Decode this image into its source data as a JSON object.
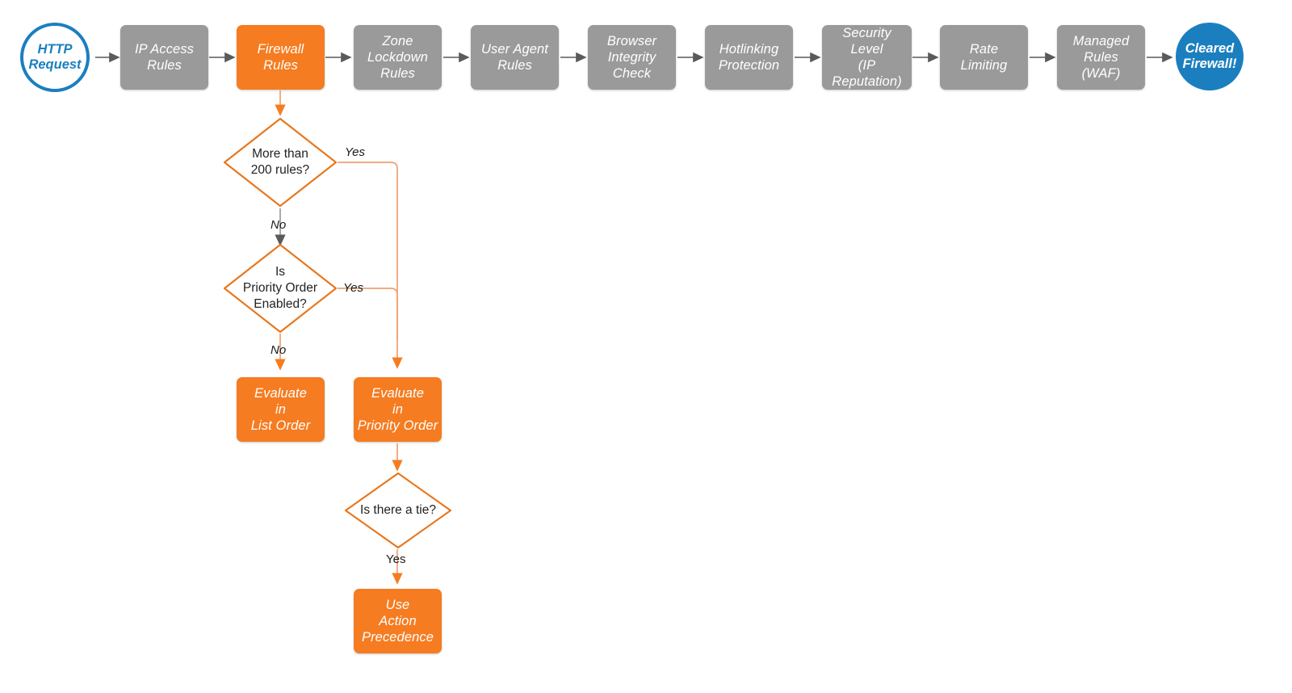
{
  "diagram": {
    "title": "Cloudflare Firewall Rules Evaluation Order",
    "colors": {
      "orange": "#f57c20",
      "orange_line": "#f0a070",
      "orange_stroke": "#e8751a",
      "gray": "#9a9a9a",
      "gray_arrow": "#5a5a5a",
      "blue": "#1b7fbf",
      "text_dark": "#222222",
      "background": "#ffffff"
    }
  },
  "pipeline": {
    "start_node": {
      "label": "HTTP\nRequest",
      "shape": "circle-outline",
      "color": "#1b7fbf"
    },
    "steps": [
      {
        "label": "IP Access\nRules",
        "shape": "rounded-rect",
        "color": "#9a9a9a"
      },
      {
        "label": "Firewall\nRules",
        "shape": "rounded-rect",
        "color": "#f57c20"
      },
      {
        "label": "Zone\nLockdown\nRules",
        "shape": "rounded-rect",
        "color": "#9a9a9a"
      },
      {
        "label": "User Agent\nRules",
        "shape": "rounded-rect",
        "color": "#9a9a9a"
      },
      {
        "label": "Browser\nIntegrity\nCheck",
        "shape": "rounded-rect",
        "color": "#9a9a9a"
      },
      {
        "label": "Hotlinking\nProtection",
        "shape": "rounded-rect",
        "color": "#9a9a9a"
      },
      {
        "label": "Security\nLevel\n(IP Reputation)",
        "shape": "rounded-rect",
        "color": "#9a9a9a"
      },
      {
        "label": "Rate\nLimiting",
        "shape": "rounded-rect",
        "color": "#9a9a9a"
      },
      {
        "label": "Managed\nRules\n(WAF)",
        "shape": "rounded-rect",
        "color": "#9a9a9a"
      }
    ],
    "end_node": {
      "label": "Cleared\nFirewall!",
      "shape": "circle-filled",
      "color": "#1b7fbf"
    }
  },
  "branch": {
    "decisions": [
      {
        "id": "more-than-200-rules",
        "label": "More than\n200 rules?"
      },
      {
        "id": "is-priority-order-enabled",
        "label": "Is\nPriority Order\nEnabled?"
      },
      {
        "id": "is-there-a-tie",
        "label": "Is there a tie?"
      }
    ],
    "outcomes": [
      {
        "id": "evaluate-in-list-order",
        "label": "Evaluate\nin\nList Order"
      },
      {
        "id": "evaluate-in-priority-order",
        "label": "Evaluate\nin\nPriority Order"
      },
      {
        "id": "use-action-precedence",
        "label": "Use\nAction\nPrecedence"
      }
    ],
    "edge_labels": {
      "rules_yes": "Yes",
      "rules_no": "No",
      "priority_yes": "Yes",
      "priority_no": "No",
      "tie_yes": "Yes"
    }
  }
}
